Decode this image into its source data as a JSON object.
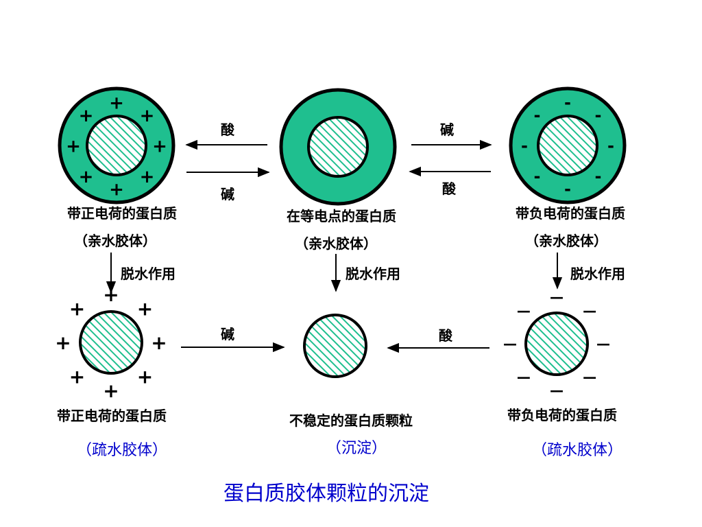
{
  "title": "蛋白质胶体颗粒的沉淀",
  "colors": {
    "shell": "#1fbf8f",
    "hatch": "#1fbf8f",
    "text": "#000000",
    "caption": "#0000cc"
  },
  "top_row": {
    "left": {
      "label": "带正电荷的蛋白质",
      "sub": "（亲水胶体）",
      "sign": "+"
    },
    "middle": {
      "label": "在等电点的蛋白质",
      "sub": "（亲水胶体）"
    },
    "right": {
      "label": "带负电荷的蛋白质",
      "sub": "（亲水胶体）",
      "sign": "-"
    }
  },
  "arrows_top": {
    "left_upper": "酸",
    "left_lower": "碱",
    "right_upper": "碱",
    "right_lower": "酸"
  },
  "dehydration": {
    "left": "脱水作用",
    "middle": "脱水作用",
    "right": "脱水作用"
  },
  "bottom_row": {
    "left": {
      "label": "带正电荷的蛋白质",
      "sub": "（疏水胶体）",
      "sign": "+"
    },
    "middle": {
      "label": "不稳定的蛋白质颗粒",
      "sub": "（沉淀）"
    },
    "right": {
      "label": "带负电荷的蛋白质",
      "sub": "（疏水胶体）",
      "sign": "—"
    }
  },
  "arrows_bottom": {
    "left": "碱",
    "right": "酸"
  }
}
